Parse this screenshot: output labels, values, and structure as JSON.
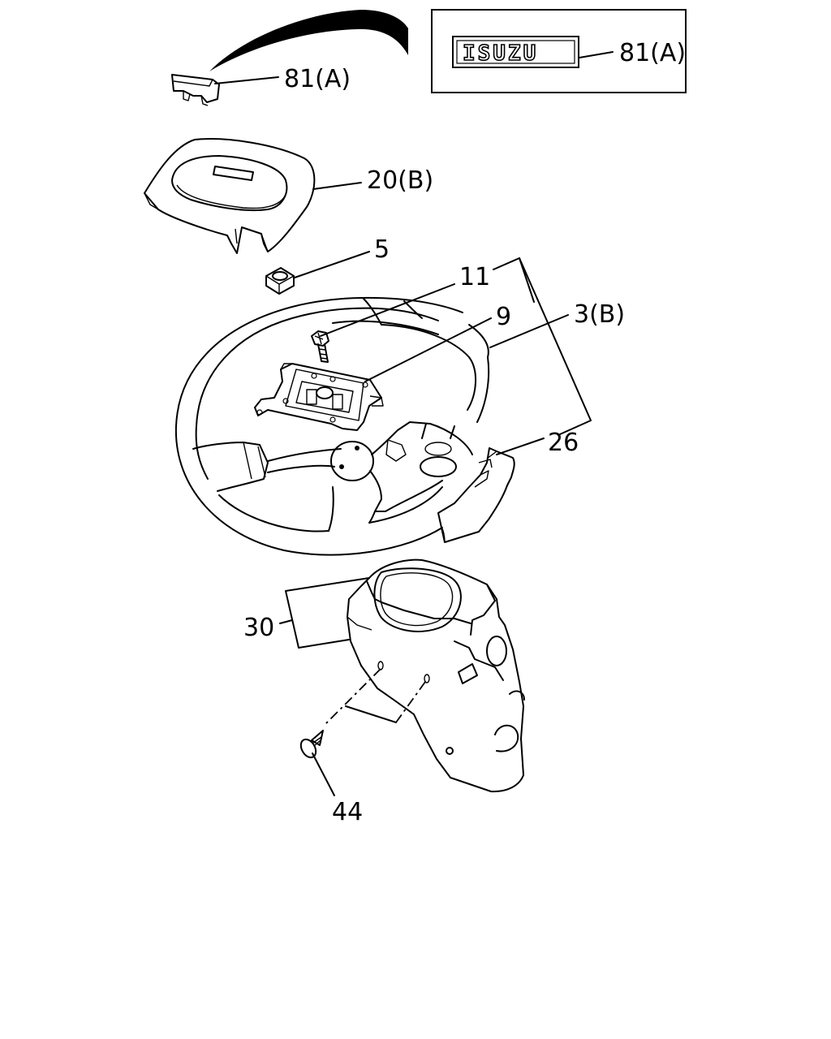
{
  "brand": {
    "logo_text": "ISUZU"
  },
  "callouts": [
    {
      "id": "emblem-clip",
      "label": "81(A)"
    },
    {
      "id": "emblem-inset",
      "label": "81(A)"
    },
    {
      "id": "horn-pad-cover",
      "label": "20(B)"
    },
    {
      "id": "nut",
      "label": "5"
    },
    {
      "id": "bolt",
      "label": "11"
    },
    {
      "id": "bracket-plate",
      "label": "9"
    },
    {
      "id": "steering-wheel",
      "label": "3(B)"
    },
    {
      "id": "wheel-assembly",
      "label": "26"
    },
    {
      "id": "column-cover",
      "label": "30"
    },
    {
      "id": "screw",
      "label": "44"
    }
  ]
}
